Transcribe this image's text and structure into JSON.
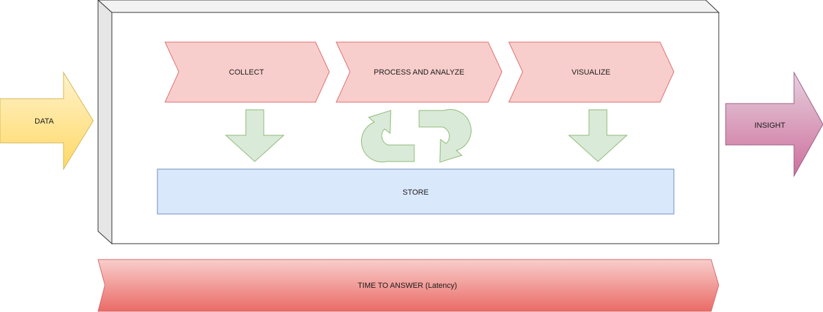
{
  "diagram": {
    "input": {
      "label": "DATA",
      "color": "#ffd966"
    },
    "output": {
      "label": "INSIGHT",
      "color": "#cd6f9c"
    },
    "stages": [
      {
        "label": "COLLECT",
        "color": "#f8cecc"
      },
      {
        "label": "PROCESS AND ANALYZE",
        "color": "#f8cecc"
      },
      {
        "label": "VISUALIZE",
        "color": "#f8cecc"
      }
    ],
    "store": {
      "label": "STORE",
      "color": "#dae8fc"
    },
    "latency_bar": {
      "label": "TIME TO ANSWER (Latency)",
      "color": "#ea6b66"
    },
    "arrow_color": "#d5e8d4"
  }
}
